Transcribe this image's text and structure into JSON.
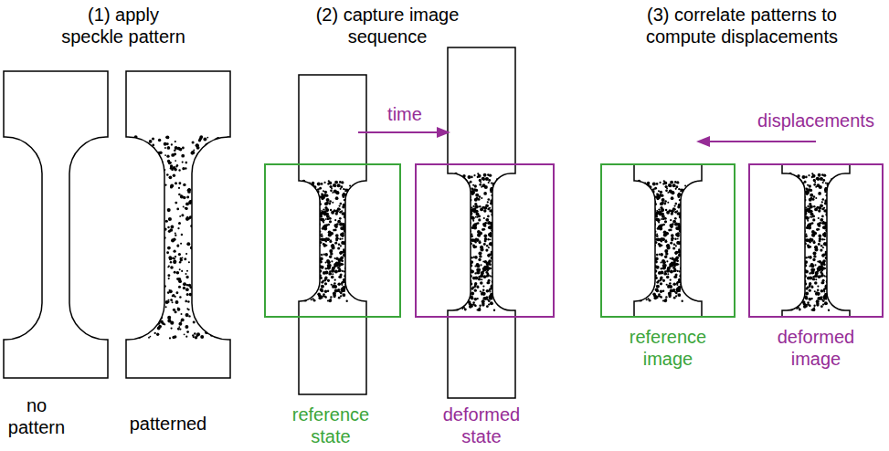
{
  "diagram": {
    "labels": [
      "(1) apply speckle pattern",
      "(2) capture image sequence",
      "(3) correlate patterns to compute displacements",
      "time",
      "displacements",
      "no pattern",
      "patterned",
      "reference state",
      "deformed state",
      "reference image",
      "deformed image"
    ]
  }
}
